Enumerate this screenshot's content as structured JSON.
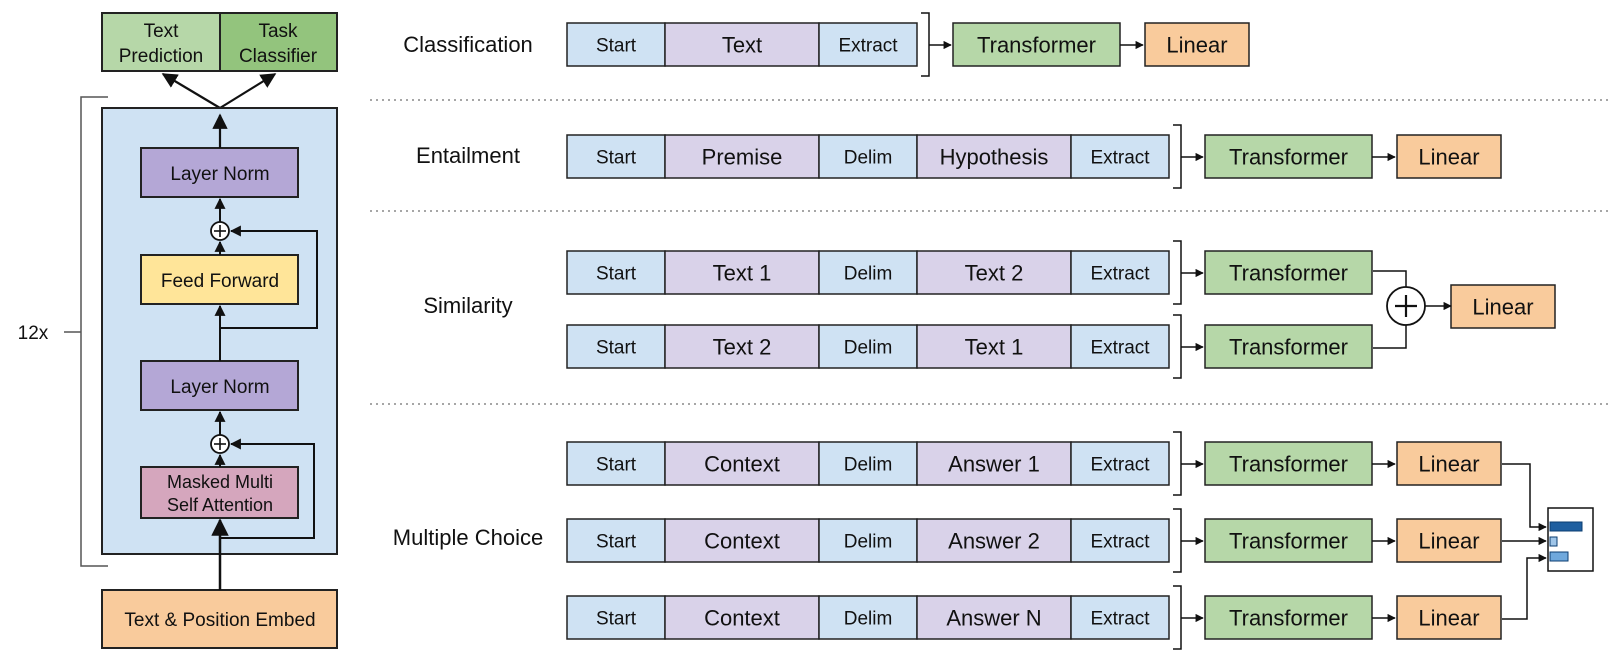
{
  "colors": {
    "blue": "#cfe2f3",
    "purple": "#d9d2e9",
    "green": "#b6d7a8",
    "green_dark": "#93c47d",
    "orange": "#f9cb9c",
    "norm": "#b4a7d6",
    "yellow": "#ffe599",
    "pink": "#d5a6bd",
    "stroke": "#222222"
  },
  "left": {
    "head_text_prediction": [
      "Text",
      "Prediction"
    ],
    "head_task_classifier": [
      "Task",
      "Classifier"
    ],
    "repeat_label": "12x",
    "layer_norm_top": "Layer Norm",
    "feed_forward": "Feed Forward",
    "layer_norm_bottom": "Layer Norm",
    "attention": [
      "Masked Multi",
      "Self Attention"
    ],
    "embed": "Text & Position Embed"
  },
  "tasks": {
    "classification": {
      "label": "Classification",
      "tokens": [
        "Start",
        "Text",
        "Extract"
      ],
      "transformer": "Transformer",
      "linear": "Linear"
    },
    "entailment": {
      "label": "Entailment",
      "tokens": [
        "Start",
        "Premise",
        "Delim",
        "Hypothesis",
        "Extract"
      ],
      "transformer": "Transformer",
      "linear": "Linear"
    },
    "similarity": {
      "label": "Similarity",
      "rows": [
        {
          "tokens": [
            "Start",
            "Text 1",
            "Delim",
            "Text 2",
            "Extract"
          ],
          "transformer": "Transformer"
        },
        {
          "tokens": [
            "Start",
            "Text 2",
            "Delim",
            "Text 1",
            "Extract"
          ],
          "transformer": "Transformer"
        }
      ],
      "linear": "Linear"
    },
    "multiple_choice": {
      "label": "Multiple Choice",
      "rows": [
        {
          "tokens": [
            "Start",
            "Context",
            "Delim",
            "Answer 1",
            "Extract"
          ],
          "transformer": "Transformer",
          "linear": "Linear"
        },
        {
          "tokens": [
            "Start",
            "Context",
            "Delim",
            "Answer 2",
            "Extract"
          ],
          "transformer": "Transformer",
          "linear": "Linear"
        },
        {
          "tokens": [
            "Start",
            "Context",
            "Delim",
            "Answer N",
            "Extract"
          ],
          "transformer": "Transformer",
          "linear": "Linear"
        }
      ]
    }
  }
}
